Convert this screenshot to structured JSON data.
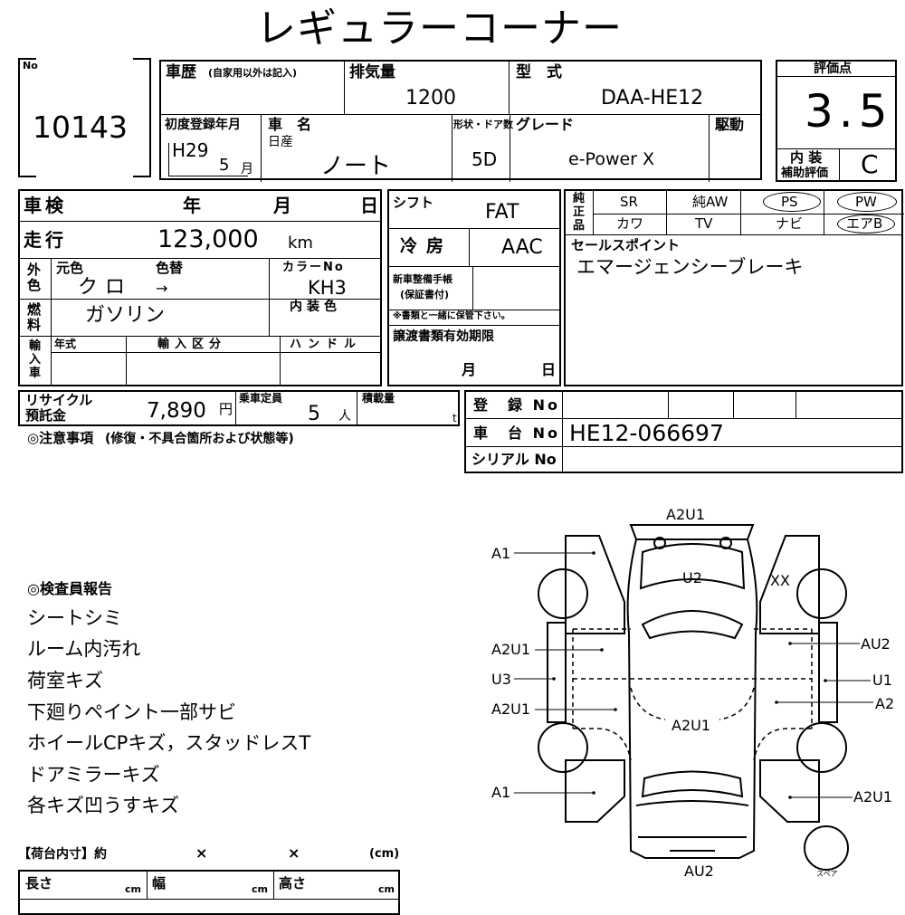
{
  "title": "レギュラーコーナー",
  "no": {
    "label": "No",
    "value": "10143"
  },
  "history": {
    "label": "車歴",
    "note": "(自家用以外は記入)"
  },
  "displacement": {
    "label": "排気量",
    "value": "1200"
  },
  "model": {
    "label": "型　式",
    "value": "DAA-HE12"
  },
  "score": {
    "label": "評価点",
    "value": "3.5"
  },
  "first_reg": {
    "label": "初度登録年月",
    "era_year": "H29",
    "month": "5",
    "month_unit": "月"
  },
  "car_name": {
    "label": "車　名",
    "maker": "日産",
    "value": "ノート"
  },
  "shape": {
    "label": "形状・ドア数",
    "value": "5D"
  },
  "grade": {
    "label": "グレード",
    "value": "e-Power X"
  },
  "drive": {
    "label": "駆動"
  },
  "interior": {
    "label1": "内 装",
    "label2": "補助評価",
    "value": "C"
  },
  "inspection": {
    "label": "車検",
    "year": "年",
    "month": "月",
    "day": "日"
  },
  "mileage": {
    "label": "走行",
    "value": "123,000",
    "unit": "km"
  },
  "exterior": {
    "label": "外色",
    "orig": "元色",
    "change": "色替",
    "value": "クロ",
    "arrow": "→"
  },
  "color_no": {
    "label": "カラーNo",
    "value": "KH3"
  },
  "fuel": {
    "label": "燃料",
    "value": "ガソリン"
  },
  "interior_color": {
    "label": "内装色"
  },
  "import": {
    "label": "輸入車",
    "year": "年式",
    "division": "輸入区分",
    "handle": "ハンドル"
  },
  "shift": {
    "label": "シフト",
    "value": "FAT"
  },
  "ac": {
    "label": "冷房",
    "value": "AAC"
  },
  "maint": {
    "label1": "新車整備手帳",
    "label2": "(保証書付)",
    "note": "※書類と一緒に保管下さい。"
  },
  "transfer": {
    "label": "譲渡書類有効期限",
    "month": "月",
    "day": "日"
  },
  "equipment": {
    "label": "純正品",
    "row1": [
      "SR",
      "純AW",
      "PS",
      "PW"
    ],
    "row2": [
      "カワ",
      "TV",
      "ナビ",
      "エアB"
    ]
  },
  "sales_point": {
    "label": "セールスポイント",
    "value": "エマージェンシーブレーキ"
  },
  "recycle": {
    "label1": "リサイクル",
    "label2": "預託金",
    "value": "7,890",
    "unit": "円"
  },
  "capacity": {
    "label": "乗車定員",
    "value": "5",
    "unit": "人"
  },
  "load": {
    "label": "積載量",
    "unit": "t"
  },
  "registration": {
    "label": "登　録 No"
  },
  "chassis": {
    "label": "車　台 No",
    "value": "HE12-066697"
  },
  "serial": {
    "label": "シリアル No"
  },
  "caution": {
    "label": "◎注意事項",
    "note": "(修復・不具合箇所および状態等)"
  },
  "report": {
    "label": "◎検査員報告",
    "lines": [
      "シートシミ",
      "ルーム内汚れ",
      "荷室キズ",
      "下廻りペイント一部サビ",
      "ホイールCPキズ，スタッドレスT",
      "ドアミラーキズ",
      "各キズ凹うすキズ"
    ]
  },
  "cargo": {
    "label": "【荷台内寸】約",
    "x1": "×",
    "x2": "×",
    "unit": "(cm)",
    "length": "長さ",
    "width": "幅",
    "height": "高さ",
    "cm": "cm"
  },
  "diagram": {
    "top": "A2U1",
    "bottom": "AU2",
    "roof": "U2",
    "center": "A2U1",
    "xx": "XX",
    "spare": "スペア",
    "left": [
      "A1",
      "A2U1",
      "U3",
      "A2U1",
      "A1"
    ],
    "right": [
      "AU2",
      "U1",
      "A2",
      "A2U1"
    ]
  }
}
